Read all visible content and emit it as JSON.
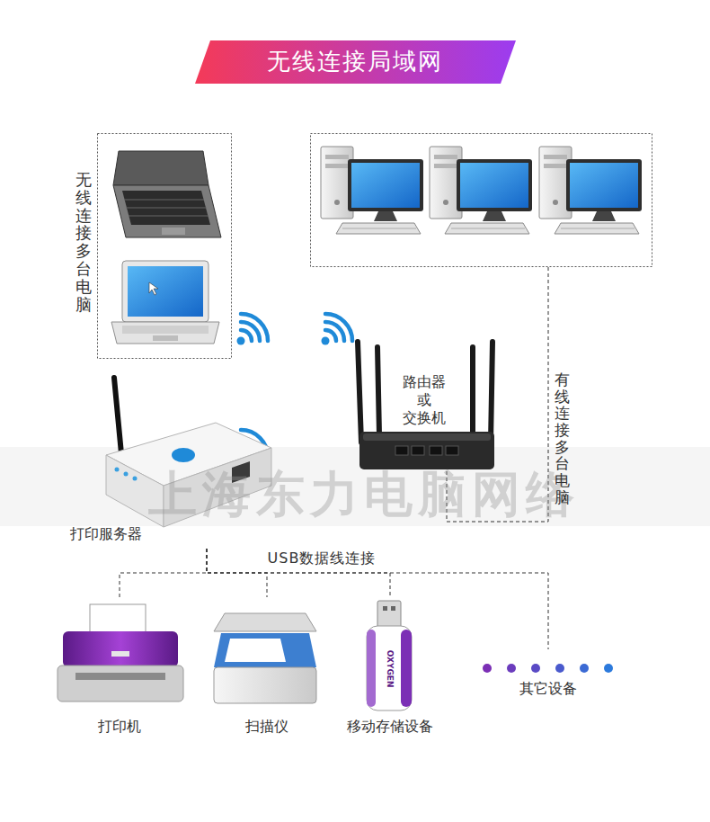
{
  "diagram": {
    "title": "无线连接局域网",
    "nodes": [
      {
        "text": [
          "无线连接多台电脑"
        ]
      },
      {
        "text": [
          "路由器 或 交换机"
        ]
      },
      {
        "text": [
          "打印服务器"
        ]
      },
      {
        "text": [
          "打印机"
        ]
      },
      {
        "text": [
          "扫描仪"
        ]
      },
      {
        "text": [
          "移动存储设备"
        ]
      },
      {
        "text": [
          "其它设备"
        ]
      }
    ],
    "edges": [
      {
        "from": 2,
        "to": 3,
        "arrow": "none"
      },
      {
        "from": 2,
        "to": 4,
        "arrow": "none"
      },
      {
        "from": 2,
        "to": 5,
        "arrow": "none"
      },
      {
        "from": 2,
        "to": 6,
        "arrow": "none"
      }
    ],
    "labels": [
      "上海东力电脑网络",
      "有线连接多台电脑",
      "USB数据线连接",
      "OXYGEN"
    ]
  }
}
